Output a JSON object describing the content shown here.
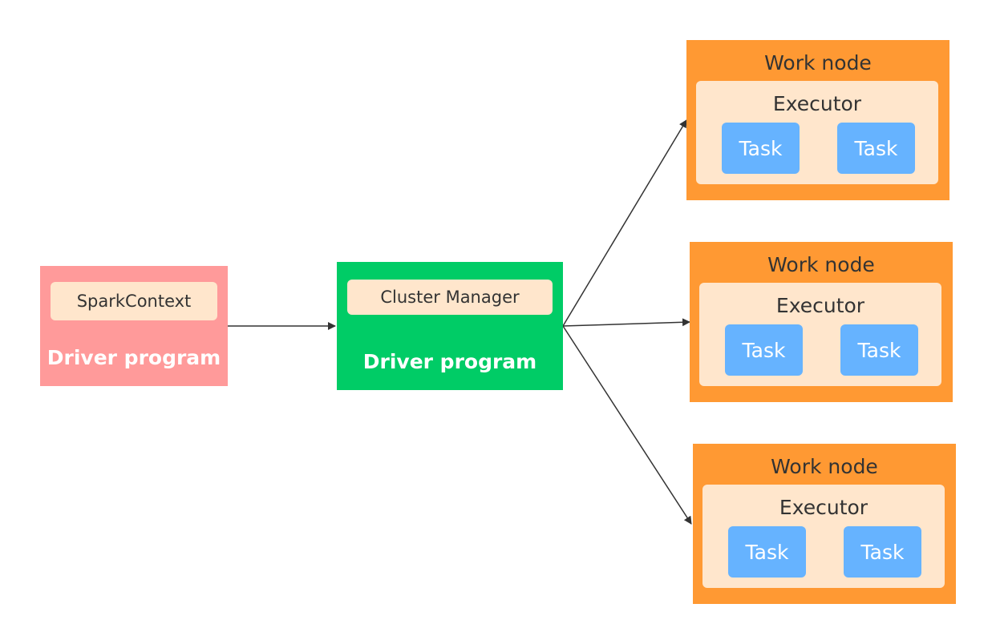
{
  "driver_left": {
    "context_label": "SparkContext",
    "title": "Driver program",
    "bg_color": "#ff9a9a"
  },
  "driver_middle": {
    "manager_label": "Cluster Manager",
    "title": "Driver program",
    "bg_color": "#00cc66"
  },
  "work_nodes": [
    {
      "title": "Work node",
      "executor": "Executor",
      "tasks": [
        "Task",
        "Task"
      ]
    },
    {
      "title": "Work node",
      "executor": "Executor",
      "tasks": [
        "Task",
        "Task"
      ]
    },
    {
      "title": "Work node",
      "executor": "Executor",
      "tasks": [
        "Task",
        "Task"
      ]
    }
  ],
  "colors": {
    "work_node": "#ff9933",
    "executor": "#ffe6cc",
    "task": "#66b3ff",
    "arrow": "#333333"
  }
}
